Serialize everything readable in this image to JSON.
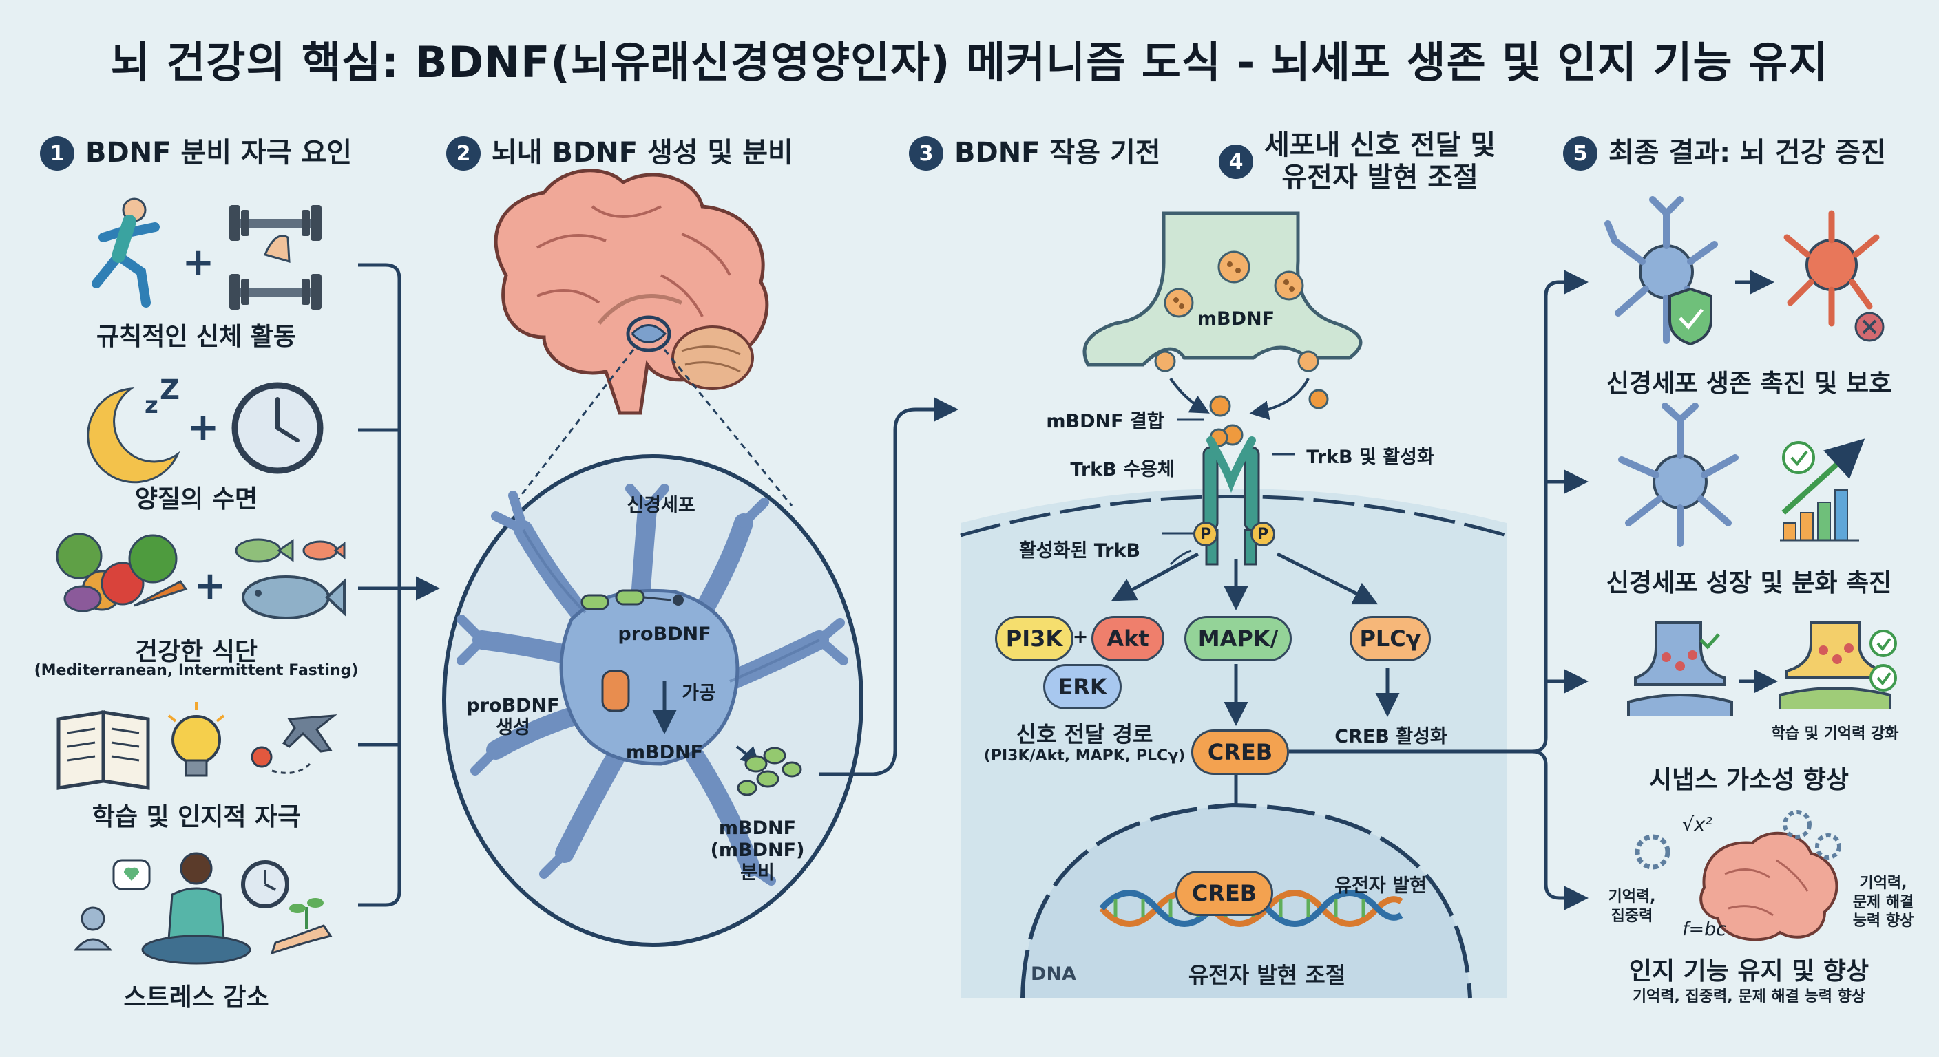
{
  "title": "뇌 건강의 핵심: BDNF(뇌유래신경영양인자) 메커니즘 도식 - 뇌세포 생존 및 인지 기능 유지",
  "sections": [
    {
      "num": "1",
      "title": "BDNF 분비 자극 요인"
    },
    {
      "num": "2",
      "title": "뇌내 BDNF 생성 및 분비"
    },
    {
      "num": "3",
      "title": "BDNF 작용 기전"
    },
    {
      "num": "4",
      "title_line1": "세포내 신호 전달 및",
      "title_line2": "유전자 발현 조절"
    },
    {
      "num": "5",
      "title": "최종 결과: 뇌 건강 증진"
    }
  ],
  "stimuli": [
    {
      "label": "규칙적인 신체 활동",
      "icons": [
        "running-person-icon",
        "dumbbell-icon"
      ]
    },
    {
      "label": "양질의 수면",
      "icons": [
        "moon-icon",
        "clock-icon"
      ]
    },
    {
      "label": "건강한 식단",
      "sublabel": "(Mediterranean, Intermittent Fasting)",
      "icons": [
        "vegetables-icon",
        "fish-icon"
      ]
    },
    {
      "label": "학습 및 인지적 자극",
      "icons": [
        "book-icon",
        "lightbulb-icon",
        "airplane-icon"
      ]
    },
    {
      "label": "스트레스 감소",
      "icons": [
        "meditation-icon",
        "clock-icon",
        "plant-hand-icon"
      ]
    }
  ],
  "production": {
    "neuron_label": "신경세포",
    "probdnf_label": "proBDNF",
    "processing_label": "가공",
    "mbdnf_label": "mBDNF",
    "synthesis_label_line1": "proBDNF",
    "synthesis_label_line2": "생성",
    "secretion_line1": "mBDNF",
    "secretion_line2": "(mBDNF)",
    "secretion_line3": "분비"
  },
  "mechanism": {
    "vesicle_label": "mBDNF",
    "binding_label": "mBDNF 결합",
    "receptor_label": "TrkB 수용체",
    "activation_label": "TrkB 및 활성화",
    "activated_label": "활성화된 TrkB",
    "phospho": "P",
    "nodes": {
      "pi3k": "PI3K",
      "plus": "+",
      "akt": "Akt",
      "erk": "ERK",
      "mapk": "MAPK/",
      "plc": "PLCγ",
      "creb": "CREB",
      "creb_nucleus": "CREB"
    },
    "pathway_label": "신호 전달 경로",
    "pathway_sub": "(PI3K/Akt, MAPK, PLCγ)",
    "creb_activation": "CREB 활성화",
    "gene_expression": "유전자 발현",
    "gene_regulation": "유전자 발현 조절",
    "dna": "DNA"
  },
  "outcomes": [
    {
      "label": "신경세포 생존 촉진 및 보호"
    },
    {
      "label": "신경세포 성장 및 분화 촉진"
    },
    {
      "label": "시냅스 가소성 향상",
      "sublabel": "학습 및 기억력 강화"
    },
    {
      "label": "인지 기능 유지 및 향상",
      "sublabel": "기억력, 집중력, 문제 해결 능력 향상",
      "left_note_line1": "기억력,",
      "left_note_line2": "집중력",
      "right_note_line1": "기억력,",
      "right_note_line2": "문제 해결",
      "right_note_line3": "능력 향상",
      "formula1": "√x²",
      "formula2": "f=bc"
    }
  ],
  "colors": {
    "background": "#e6f0f3",
    "header_circle": "#24405f",
    "neuron_blue": "#8fb0d8",
    "brain_pink": "#f0a898",
    "synapse_green": "#cfe6d5",
    "receptor_teal": "#3f9a8c",
    "bdnf_orange": "#e8973f",
    "pi3k_yellow": "#f5de6e",
    "akt_red": "#ef7f6c",
    "erk_blue": "#a8c8ef",
    "mapk_green": "#94d398",
    "plc_orange": "#f6b779",
    "arrow_navy": "#24405f"
  }
}
